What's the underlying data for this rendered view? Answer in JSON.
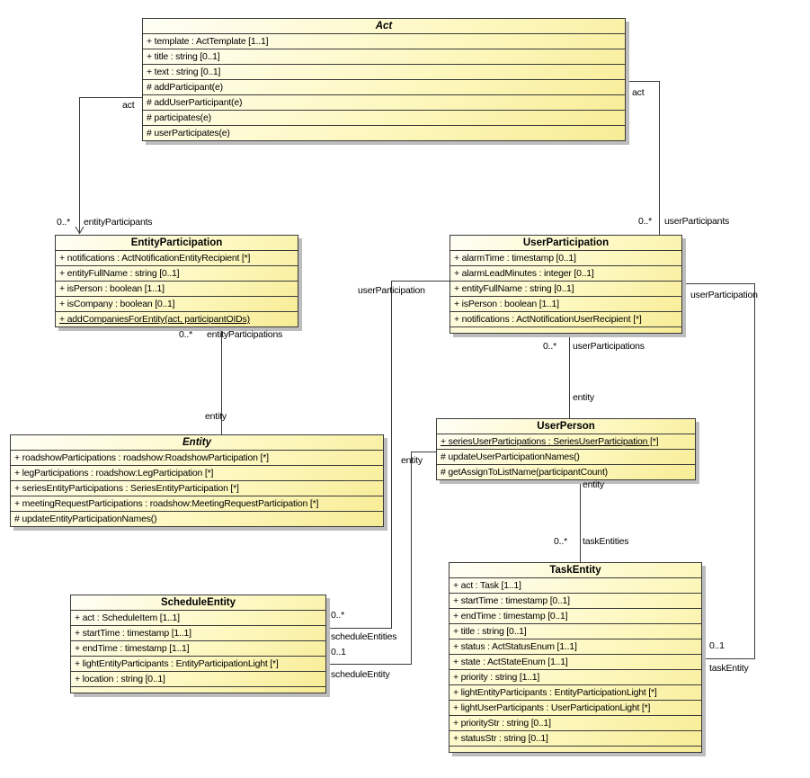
{
  "diagram_type": "uml-class-diagram",
  "colors": {
    "node_fill_light": "#fffef6",
    "node_fill_dark": "#f7ec95",
    "node_border": "#3a3a3a",
    "node_shadow": "#bdbdbd",
    "connector_line": "#3a3a3a",
    "text": "#000000",
    "background": "#ffffff"
  },
  "classes": [
    {
      "id": "act",
      "name": "Act",
      "abstract": true,
      "attributes": [
        {
          "text": "+ template : ActTemplate [1..1]"
        },
        {
          "text": "+ title : string [0..1]"
        },
        {
          "text": "+ text : string [0..1]"
        }
      ],
      "operations": [
        {
          "text": "# addParticipant(e)"
        },
        {
          "text": "# addUserParticipant(e)"
        },
        {
          "text": "# participates(e)"
        },
        {
          "text": "# userParticipates(e)"
        }
      ]
    },
    {
      "id": "entityParticipation",
      "name": "EntityParticipation",
      "abstract": false,
      "attributes": [
        {
          "text": "+ notifications : ActNotificationEntityRecipient [*]"
        },
        {
          "text": "+ entityFullName : string [0..1]"
        },
        {
          "text": "+ isPerson : boolean [1..1]"
        },
        {
          "text": "+ isCompany : boolean [0..1]"
        }
      ],
      "operations": [
        {
          "text": "+ addCompaniesForEntity(act, participantOIDs)",
          "static": true
        }
      ]
    },
    {
      "id": "userParticipation",
      "name": "UserParticipation",
      "abstract": false,
      "attributes": [
        {
          "text": "+ alarmTime : timestamp [0..1]"
        },
        {
          "text": "+ alarmLeadMinutes : integer [0..1]"
        },
        {
          "text": "+ entityFullName : string [0..1]"
        },
        {
          "text": "+ isPerson : boolean [1..1]"
        },
        {
          "text": "+ notifications : ActNotificationUserRecipient [*]"
        }
      ],
      "operations": []
    },
    {
      "id": "entity",
      "name": "Entity",
      "abstract": true,
      "attributes": [
        {
          "text": "+ roadshowParticipations : roadshow:RoadshowParticipation [*]"
        },
        {
          "text": "+ legParticipations : roadshow:LegParticipation [*]"
        },
        {
          "text": "+ seriesEntityParticipations : SeriesEntityParticipation [*]"
        },
        {
          "text": "+ meetingRequestParticipations : roadshow:MeetingRequestParticipation [*]"
        }
      ],
      "operations": [
        {
          "text": "# updateEntityParticipationNames()"
        }
      ]
    },
    {
      "id": "userPerson",
      "name": "UserPerson",
      "abstract": false,
      "attributes": [
        {
          "text": "+ seriesUserParticipations : SeriesUserParticipation [*]",
          "static": true
        }
      ],
      "operations": [
        {
          "text": "# updateUserParticipationNames()"
        },
        {
          "text": "# getAssignToListName(participantCount)"
        }
      ]
    },
    {
      "id": "scheduleEntity",
      "name": "ScheduleEntity",
      "abstract": false,
      "attributes": [
        {
          "text": "+ act : ScheduleItem [1..1]"
        },
        {
          "text": "+ startTime : timestamp [1..1]"
        },
        {
          "text": "+ endTime : timestamp [1..1]"
        },
        {
          "text": "+ lightEntityParticipants : EntityParticipationLight [*]"
        },
        {
          "text": "+ location : string [0..1]"
        }
      ],
      "operations": []
    },
    {
      "id": "taskEntity",
      "name": "TaskEntity",
      "abstract": false,
      "attributes": [
        {
          "text": "+ act : Task [1..1]"
        },
        {
          "text": "+ startTime : timestamp [0..1]"
        },
        {
          "text": "+ endTime : timestamp [0..1]"
        },
        {
          "text": "+ title : string [0..1]"
        },
        {
          "text": "+ status : ActStatusEnum [1..1]"
        },
        {
          "text": "+ state : ActStateEnum [1..1]"
        },
        {
          "text": "+ priority : string [1..1]"
        },
        {
          "text": "+ lightEntityParticipants : EntityParticipationLight [*]"
        },
        {
          "text": "+ lightUserParticipants : UserParticipationLight [*]"
        },
        {
          "text": "+ priorityStr : string [0..1]"
        },
        {
          "text": "+ statusStr : string [0..1]"
        }
      ],
      "operations": []
    }
  ],
  "associations": [
    {
      "between": "Act - EntityParticipation",
      "act_end_role": "act",
      "target_mult": "0..*",
      "target_role": "entityParticipants"
    },
    {
      "between": "Act - UserParticipation",
      "act_end_role": "act",
      "target_mult": "0..*",
      "target_role": "userParticipants"
    },
    {
      "between": "EntityParticipation - Entity",
      "source_mult": "0..*",
      "source_role": "entityParticipations",
      "target_role": "entity"
    },
    {
      "between": "UserParticipation - UserPerson",
      "source_mult": "0..*",
      "source_role": "userParticipations",
      "target_role": "entity"
    },
    {
      "between": "UserPerson - TaskEntity",
      "source_role": "entity",
      "target_mult": "0..*",
      "target_role": "taskEntities"
    },
    {
      "between": "UserParticipation - ScheduleEntity",
      "source_role": "userParticipation",
      "target_mult": "0..*",
      "target_role": "scheduleEntities"
    },
    {
      "between": "UserPerson - ScheduleEntity",
      "source_role": "entity",
      "target_mult": "0..1",
      "target_role": "scheduleEntity"
    },
    {
      "between": "UserParticipation - TaskEntity",
      "source_role": "userParticipation",
      "target_mult": "0..1",
      "target_role": "taskEntity"
    }
  ]
}
